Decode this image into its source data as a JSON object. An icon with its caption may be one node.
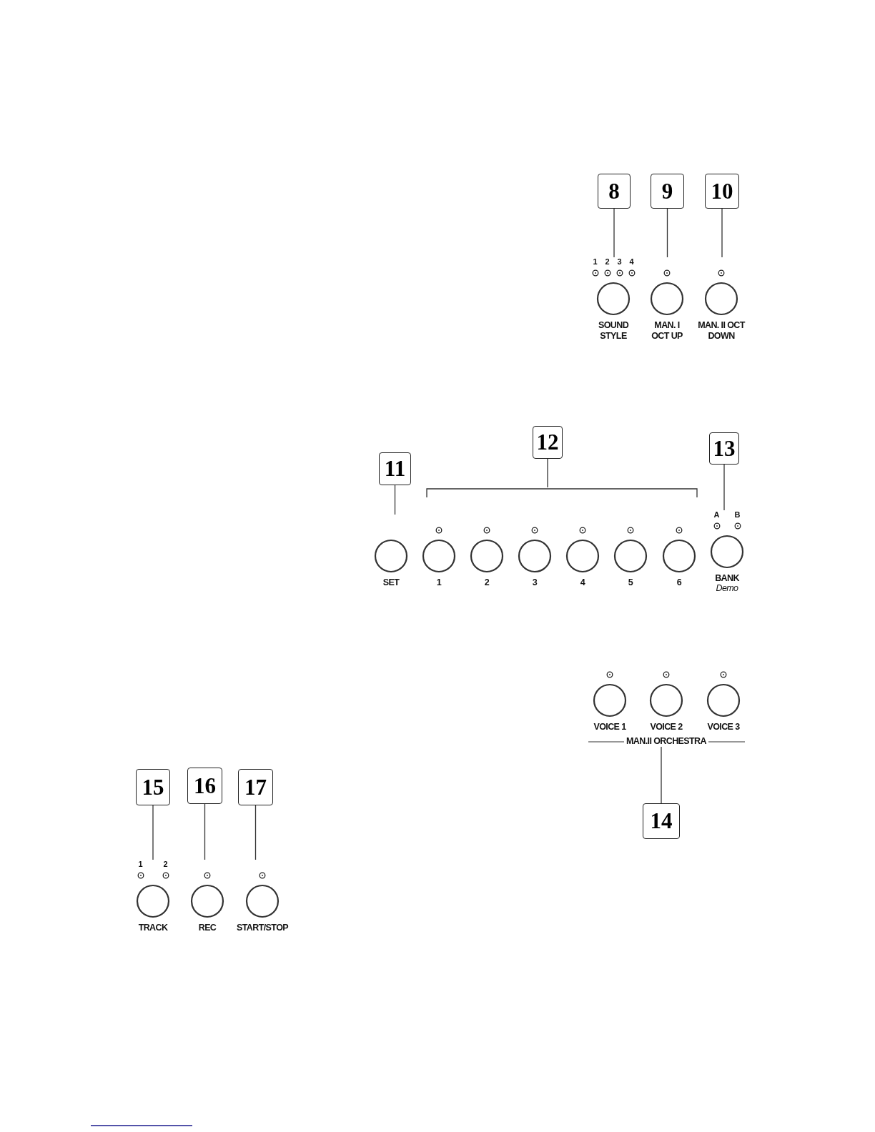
{
  "diagram": {
    "nodes": [
      {
        "text": [
          "8"
        ]
      },
      {
        "text": [
          "9"
        ]
      },
      {
        "text": [
          "10"
        ]
      },
      {
        "text": [
          "SOUND STYLE"
        ],
        "beside": [
          "1",
          "2",
          "3",
          "4"
        ]
      },
      {
        "text": [
          "MAN. I OCT UP"
        ]
      },
      {
        "text": [
          "MAN. II OCT DOWN"
        ]
      },
      {
        "text": [
          "11"
        ]
      },
      {
        "text": [
          "12"
        ]
      },
      {
        "text": [
          "13"
        ]
      },
      {
        "text": [],
        "shape": "bracket"
      },
      {
        "text": [
          "SET"
        ]
      },
      {
        "text": [
          "1"
        ]
      },
      {
        "text": [
          "2"
        ]
      },
      {
        "text": [
          "3"
        ]
      },
      {
        "text": [
          "4"
        ]
      },
      {
        "text": [
          "5"
        ]
      },
      {
        "text": [
          "6"
        ]
      },
      {
        "text": [
          "BANK",
          "Demo"
        ],
        "beside": [
          "A",
          "B"
        ]
      },
      {
        "text": [
          "VOICE 1"
        ]
      },
      {
        "text": [
          "VOICE 2"
        ]
      },
      {
        "text": [
          "VOICE 3"
        ]
      },
      {
        "text": [
          "MAN.II ORCHESTRA"
        ]
      },
      {
        "text": [
          "14"
        ]
      },
      {
        "text": [
          "15"
        ]
      },
      {
        "text": [
          "16"
        ]
      },
      {
        "text": [
          "17"
        ]
      },
      {
        "text": [
          "TRACK"
        ],
        "beside": [
          "1",
          "2"
        ]
      },
      {
        "text": [
          "REC"
        ]
      },
      {
        "text": [
          "START/STOP"
        ]
      }
    ],
    "edges": [
      {
        "from": 0,
        "to": 3,
        "arrow": "none"
      },
      {
        "from": 1,
        "to": 4,
        "arrow": "none"
      },
      {
        "from": 2,
        "to": 5,
        "arrow": "none"
      },
      {
        "from": 6,
        "to": 10,
        "arrow": "none"
      },
      {
        "from": 7,
        "to": 9,
        "arrow": "none"
      },
      {
        "from": 8,
        "to": 17,
        "arrow": "none"
      },
      {
        "from": 22,
        "to": 21,
        "arrow": "none"
      },
      {
        "from": 23,
        "to": 26,
        "arrow": "none"
      },
      {
        "from": 24,
        "to": 27,
        "arrow": "none"
      },
      {
        "from": 25,
        "to": 28,
        "arrow": "none"
      }
    ]
  }
}
